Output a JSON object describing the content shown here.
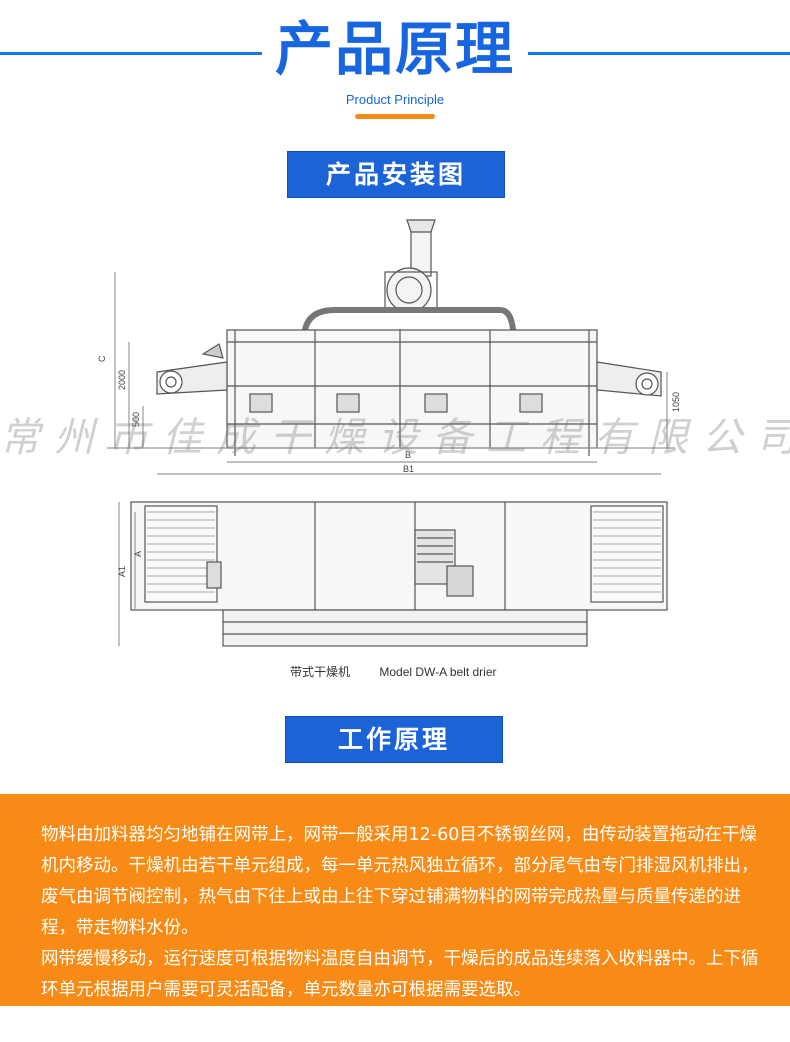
{
  "header": {
    "title": "产品原理",
    "subtitle": "Product Principle",
    "accent_color": "#1766e0",
    "underline_color": "#f58c1a"
  },
  "section1": {
    "label": "产品安装图"
  },
  "drawing": {
    "watermark": "常州市佳成干燥设备工程有限公司",
    "caption_cn": "带式干燥机",
    "caption_en": "Model DW-A belt drier",
    "dim_labels": {
      "c": "C",
      "h2000": "2000",
      "h500": "500",
      "h1050": "1050",
      "b": "B",
      "b1": "B1",
      "a": "A",
      "a1": "A1"
    }
  },
  "section2": {
    "label": "工作原理"
  },
  "description": {
    "paragraph1": "物料由加料器均匀地铺在网带上，网带一般采用12-60目不锈钢丝网，由传动装置拖动在干燥机内移动。干燥机由若干单元组成，每一单元热风独立循环，部分尾气由专门排湿风机排出，废气由调节阀控制，热气由下往上或由上往下穿过铺满物料的网带完成热量与质量传递的进程，带走物料水份。",
    "paragraph2": "网带缓慢移动，运行速度可根据物料温度自由调节，干燥后的成品连续落入收料器中。上下循环单元根据用户需要可灵活配备，单元数量亦可根据需要选取。",
    "background_color": "#f78b15"
  }
}
